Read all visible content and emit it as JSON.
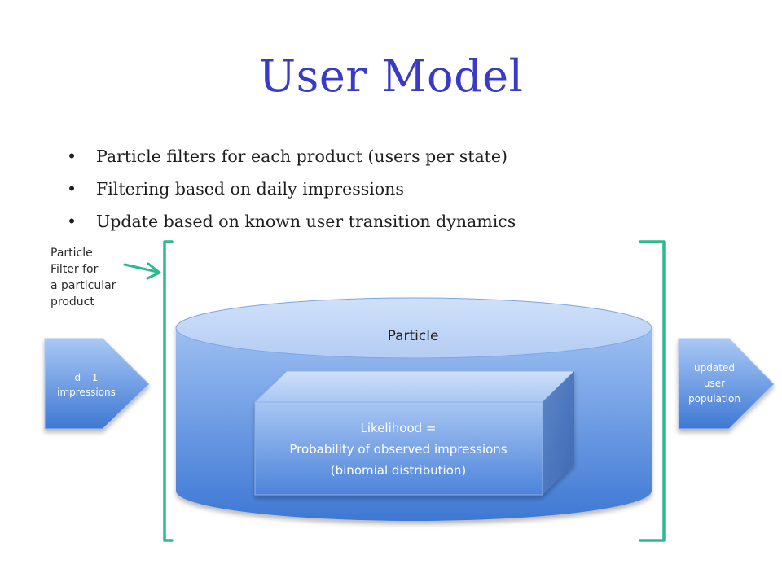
{
  "slide": {
    "title": "User Model",
    "bullets": [
      "Particle filters for each product (users per state)",
      "Filtering based on daily impressions",
      "Update based on known user transition dynamics"
    ]
  },
  "diagram": {
    "side_label_lines": [
      "Particle",
      "Filter for",
      "a particular",
      "product"
    ],
    "input_arrow_lines": [
      "d – 1",
      "impressions"
    ],
    "cylinder_label": "Particle",
    "box_lines": [
      "Likelihood =",
      "Probability of observed impressions",
      "(binomial distribution)"
    ],
    "output_arrow_lines": [
      "updated",
      "user",
      "population"
    ]
  },
  "colors": {
    "title": "#3a3ac8",
    "bracket": "#2db890",
    "shape_fill": "#5a8fe0",
    "shape_light": "#bcd4f6"
  }
}
